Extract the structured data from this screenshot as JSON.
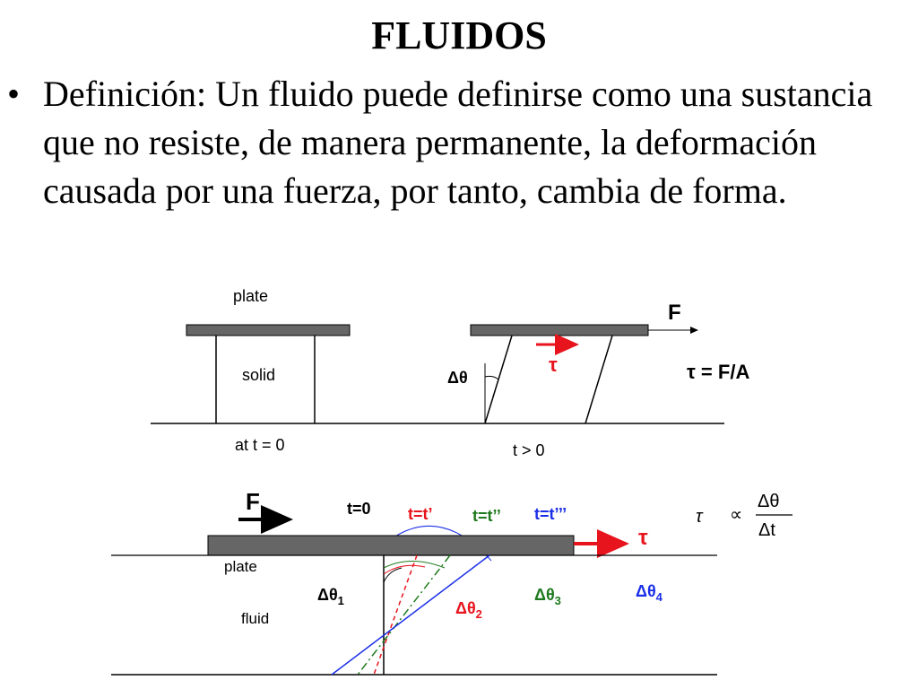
{
  "title": "FLUIDOS",
  "bullet": {
    "marker": "•",
    "text": "Definición: Un fluido puede definirse como una sustancia que no resiste, de manera permanente, la deformación causada por una fuerza, por tanto, cambia de forma."
  },
  "diagram_solid": {
    "plate_label": "plate",
    "solid_label": "solid",
    "time0_label": "at t = 0",
    "time1_label": "t > 0",
    "force_label": "F",
    "tau_label": "τ",
    "angle_label": "Δθ",
    "formula": "τ =  F/A"
  },
  "diagram_fluid": {
    "force_label": "F",
    "tau_label": "τ",
    "time_labels": [
      "t=0",
      "t=t’",
      "t=t’’",
      "t=t’’’"
    ],
    "plate_label": "plate",
    "fluid_label": "fluid",
    "angle_labels": [
      "Δθ",
      "Δθ",
      "Δθ",
      "Δθ"
    ],
    "angle_subscripts": [
      "1",
      "2",
      "3",
      "4"
    ],
    "proportional_sign": "∝",
    "prop_lhs": "τ",
    "prop_numerator": "Δθ",
    "prop_denominator": "Δt"
  },
  "colors": {
    "plate": "#666666",
    "red": "#e8141d",
    "green": "#1e7a1e",
    "blue": "#1a2ee8",
    "line": "#000000"
  }
}
